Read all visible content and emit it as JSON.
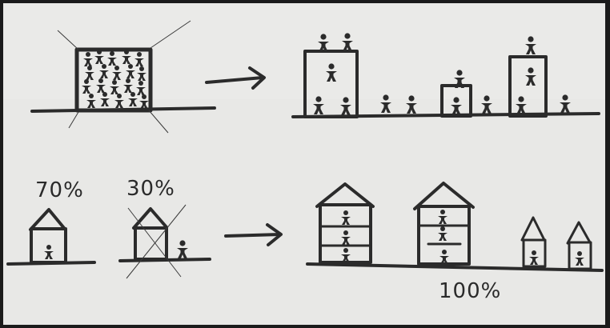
{
  "labels": {
    "left_house_percent": "70%",
    "crossed_house_percent": "30%",
    "result_percent": "100%"
  },
  "colors": {
    "paper": "#e9e9e7",
    "ink": "#2b2b2b"
  },
  "icons": [
    "arrow-right-icon",
    "stick-figure-icon",
    "house-icon",
    "tower-icon"
  ]
}
